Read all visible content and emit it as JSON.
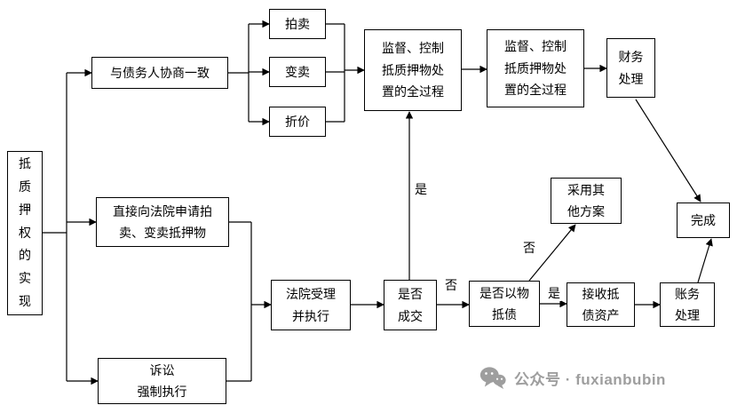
{
  "nodes": {
    "root": "抵\n质\n押\n权\n的\n实\n现",
    "negotiate": "与债务人协商一致",
    "auction": "拍卖",
    "sell": "变卖",
    "discount": "折价",
    "supervise1": "监督、控制\n抵质押物处\n置的全过程",
    "supervise2": "监督、控制\n抵质押物处\n置的全过程",
    "finance": "财务\n处理",
    "complete": "完成",
    "court_apply": "直接向法院申请拍\n卖、变卖抵押物",
    "lawsuit": "诉讼\n强制执行",
    "court_execute": "法院受理\n并执行",
    "deal": "是否\n成交",
    "offset": "是否以物\n抵债",
    "other_plan": "采用其\n他方案",
    "receive": "接收抵\n债资产",
    "account": "账务\n处理"
  },
  "edge_labels": {
    "deal_yes": "是",
    "deal_no": "否",
    "offset_no": "否",
    "offset_yes": "是"
  },
  "watermark": {
    "icon": "wechat-icon",
    "text": "公众号 · fuxianbubin"
  },
  "colors": {
    "background": "#ffffff",
    "line": "#000000",
    "box_border": "#000000",
    "watermark": "#9e9e9e"
  }
}
